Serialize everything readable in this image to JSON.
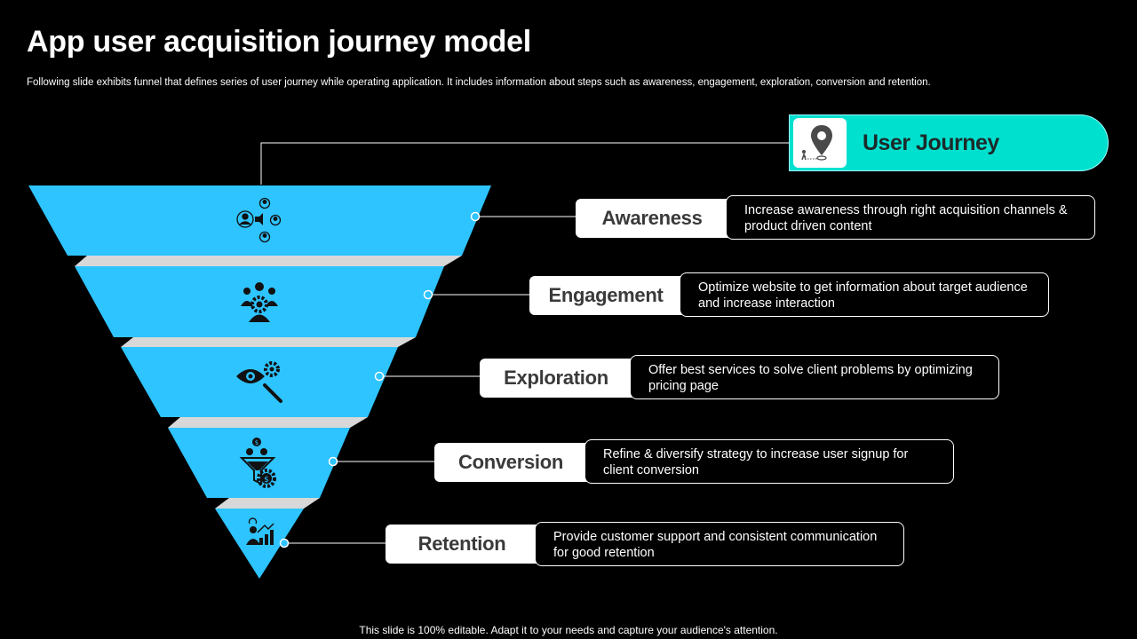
{
  "slide": {
    "title": "App user acquisition journey model",
    "subtitle": "Following slide exhibits funnel that defines series of user journey while operating application. It includes information about steps such as awareness, engagement, exploration, conversion and retention.",
    "footer": "This slide is 100% editable. Adapt it to your needs and capture your audience's attention."
  },
  "journey": {
    "label": "User Journey",
    "icon": "location-pin-person-icon"
  },
  "stages": [
    {
      "name": "Awareness",
      "description": "Increase awareness through right acquisition channels & product driven content",
      "icon": "people-broadcast-icon"
    },
    {
      "name": "Engagement",
      "description": "Optimize website to get information about target audience and increase interaction",
      "icon": "team-gear-icon"
    },
    {
      "name": "Exploration",
      "description": "Offer best services to solve client problems by optimizing pricing page",
      "icon": "eye-search-gear-icon"
    },
    {
      "name": "Conversion",
      "description": "Refine & diversify strategy to increase user signup for client conversion",
      "icon": "funnel-dollar-icon"
    },
    {
      "name": "Retention",
      "description": "Provide customer support and consistent communication for good retention",
      "icon": "person-growth-chart-icon"
    }
  ],
  "colors": {
    "funnel": "#2ec4ff",
    "funnel_gap": "#d8d8d8",
    "journey": "#00e0cf",
    "background": "#000000"
  }
}
